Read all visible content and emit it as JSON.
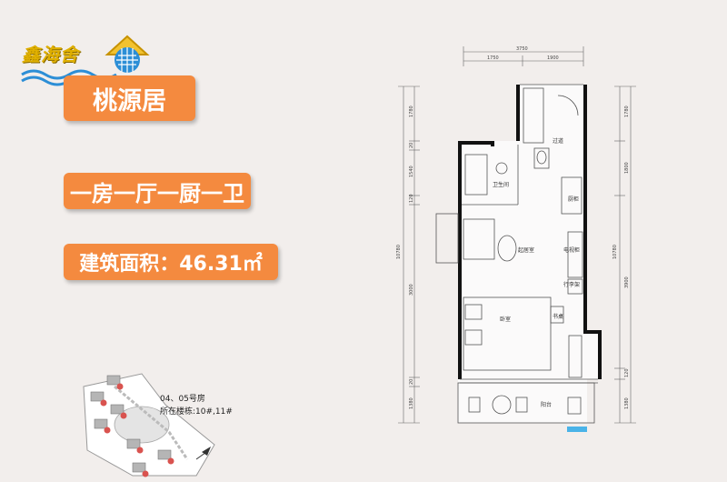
{
  "logo": {
    "text": "鑫海舍"
  },
  "project": {
    "name": "桃源居"
  },
  "unit": {
    "type": "一房一厅一厨一卫",
    "area": "建筑面积：46.31㎡",
    "room_numbers": "04、05号房",
    "buildings": "所在楼栋:10#,11#"
  },
  "floorplan": {
    "rooms": {
      "corridor": "过道",
      "bathroom": "卫生间",
      "kitchen": "厨柜",
      "living": "起居室",
      "tv_cabinet": "电视柜",
      "shoe_cabinet": "行李架",
      "bedroom": "卧室",
      "desk": "书桌",
      "balcony": "阳台"
    },
    "dimensions": {
      "top_total": "3750",
      "top_left": "1750",
      "top_right": "1900",
      "left_total": "10780",
      "left_1": "1780",
      "left_2": "20",
      "left_3": "1540",
      "left_4": "120",
      "left_5": "3000",
      "left_6": "20",
      "left_7": "1380",
      "right_total": "10780",
      "right_1": "1780",
      "right_2": "1800",
      "right_3": "3900",
      "right_4": "120",
      "right_5": "1380"
    }
  },
  "colors": {
    "tag_bg": "#f48a3f",
    "wall": "#111111",
    "background": "#f2eeec",
    "logo": "#e0b000"
  }
}
